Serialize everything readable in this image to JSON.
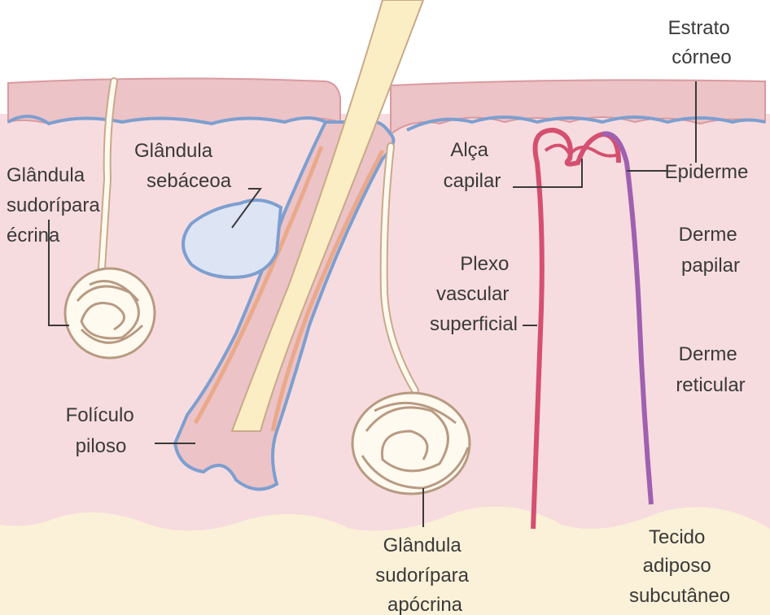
{
  "labels": {
    "estrato_corneo": [
      "Estrato",
      "córneo"
    ],
    "glandula_sebacea": [
      "Glândula",
      "sebáceoa"
    ],
    "alca_capilar": [
      "Alça",
      "capilar"
    ],
    "epiderme": [
      "Epiderme"
    ],
    "glandula_ecrina": [
      "Glândula",
      "sudorípara",
      "écrina"
    ],
    "derme_papilar": [
      "Derme",
      "papilar"
    ],
    "plexo_vascular": [
      "Plexo",
      "vascular",
      "superficial"
    ],
    "derme_reticular": [
      "Derme",
      "reticular"
    ],
    "foliculo_piloso": [
      "Folículo",
      "piloso"
    ],
    "glandula_apocrina": [
      "Glândula",
      "sudorípara",
      "apócrina"
    ],
    "tecido_adiposo": [
      "Tecido",
      "adiposo",
      "subcutâneo"
    ]
  },
  "colors": {
    "dermis": "#f7dcdf",
    "epidermis": "#ecc3c6",
    "epidermis_edge": "#d99aa0",
    "basement_blue": "#7d9fd0",
    "adipose": "#fbf1d8",
    "hair_shaft": "#fbeec4",
    "hair_outline": "#c9a98a",
    "follicle_inner": "#e9a98a",
    "vessel_red": "#d55070",
    "vessel_purple": "#a060b0",
    "gland_fill": "#fffaf0",
    "gland_line": "#b89a82",
    "text": "#3a3a3a"
  }
}
